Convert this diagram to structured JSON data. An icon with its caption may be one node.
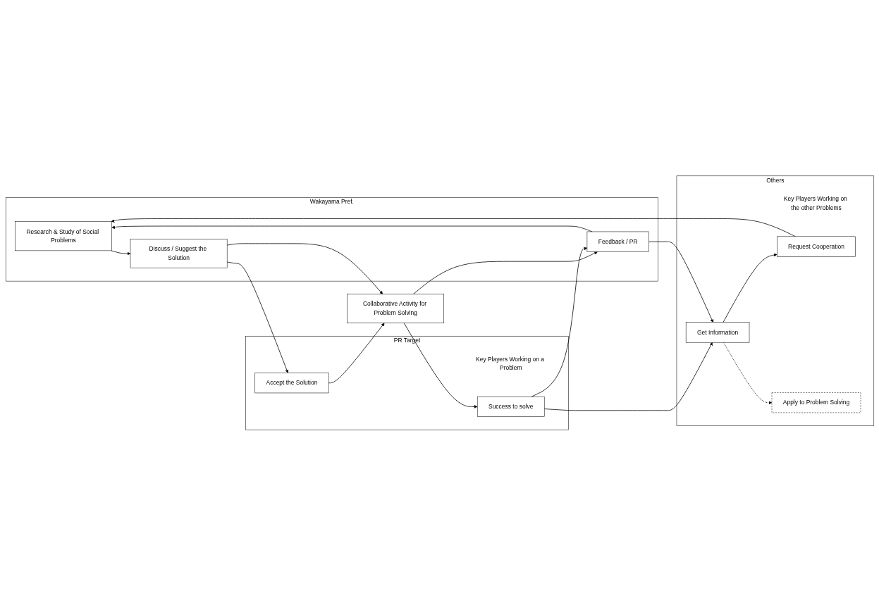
{
  "diagram": {
    "nodes": [
      {
        "text": [
          "Wakayama Pref."
        ]
      },
      {
        "text": [
          "PR Target",
          "Key Players Working on a Problem"
        ]
      },
      {
        "text": [
          "Others",
          "Key Players Working on the other Problems"
        ]
      },
      {
        "text": [
          "Research & Study of Social Problems"
        ],
        "in": 0
      },
      {
        "text": [
          "Discuss / Suggest the Solution"
        ],
        "in": 0
      },
      {
        "text": [
          "Accept the Solution"
        ],
        "in": 1
      },
      {
        "text": [
          "Request Cooperation"
        ],
        "in": 2
      },
      {
        "text": [
          "Collaborative Activity for Problem Solving"
        ]
      },
      {
        "text": [
          "Feedback / PR"
        ],
        "in": 0
      },
      {
        "text": [
          "Success to solve"
        ],
        "in": 1
      },
      {
        "text": [
          "Get Information"
        ],
        "in": 2
      },
      {
        "text": [
          "Apply to Problem Solving"
        ],
        "in": 2
      }
    ],
    "edges": [
      {
        "from": 3,
        "to": 4,
        "arrow": "to"
      },
      {
        "from": 4,
        "to": 5,
        "arrow": "to"
      },
      {
        "from": 4,
        "to": 7,
        "arrow": "to"
      },
      {
        "from": 5,
        "to": 7,
        "arrow": "to"
      },
      {
        "from": 7,
        "to": 8,
        "arrow": "to"
      },
      {
        "from": 7,
        "to": 9,
        "arrow": "to"
      },
      {
        "from": 9,
        "to": 8,
        "arrow": "to"
      },
      {
        "from": 9,
        "to": 10,
        "arrow": "to"
      },
      {
        "from": 8,
        "to": 3,
        "arrow": "to"
      },
      {
        "from": 8,
        "to": 10,
        "arrow": "to"
      },
      {
        "from": 10,
        "to": 6,
        "arrow": "to"
      },
      {
        "from": 6,
        "to": 3,
        "arrow": "to"
      },
      {
        "from": 10,
        "to": 11,
        "arrow": "to",
        "style": "dashed"
      }
    ]
  }
}
